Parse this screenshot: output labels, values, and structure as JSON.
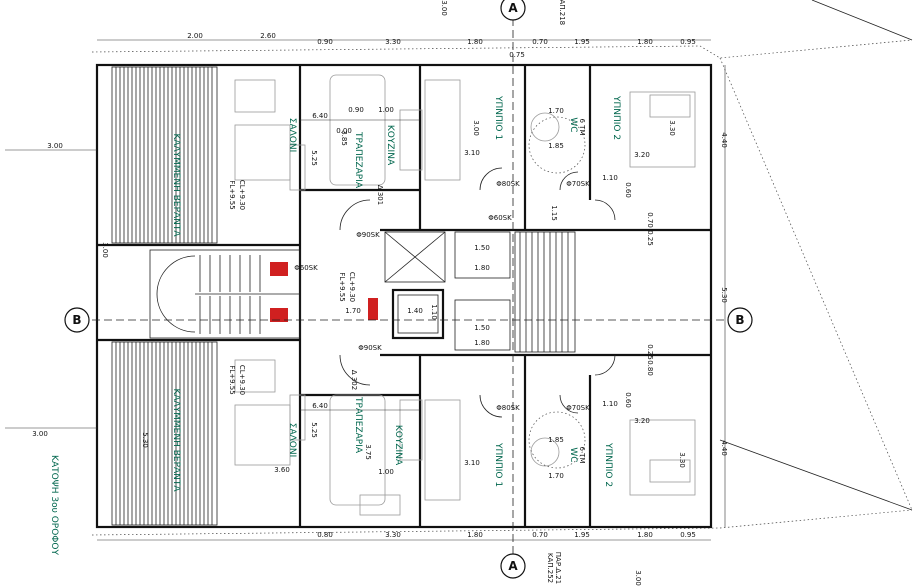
{
  "drawing_title": "ΚΑΤΟΨΗ 3ου ΟΡΟΦΟΥ",
  "grid_marks": {
    "a_top": "A",
    "a_bottom": "A",
    "b_left": "B",
    "b_right": "B"
  },
  "rooms": {
    "upper": {
      "living": "ΣΑΛΟΝΙ",
      "dining": "ΤΡΑΠΕΖΑΡΙΑ",
      "kitchen": "ΚΟΥΖΙΝΑ",
      "bedroom1": "ΥΠΝΠΙΟ 1",
      "bedroom2": "ΥΠΝΠΙΟ 2",
      "wc": "WC",
      "veranda": "ΚΑΛΥΜΜΕΝΗ ΒΕΡΑΝΤΑ",
      "apartment": "Δ 301"
    },
    "lower": {
      "living": "ΣΑΛΟΝΙ",
      "dining": "ΤΡΑΠΕΖΑΡΙΑ",
      "kitchen": "ΚΟΥΖΙΝΑ",
      "bedroom1": "ΥΠΝΠΙΟ 1",
      "bedroom2": "ΥΠΝΠΙΟ 2",
      "wc": "WC",
      "veranda": "ΚΑΛΥΜΜΕΝΗ ΒΕΡΑΝΤΑ",
      "apartment": "Δ 302"
    }
  },
  "levels": {
    "upper_fl": "FL+9.55",
    "upper_cl": "CL+9.30",
    "lower_fl": "FL+9.55",
    "lower_cl": "CL+9.30",
    "stair_fl": "FL+9.55",
    "stair_cl": "CL+9.30"
  },
  "dimensions": {
    "top": [
      "2.00",
      "2.60",
      "0.90",
      "3.30",
      "1.80",
      "0.75",
      "0.70",
      "1.95",
      "1.80",
      "0.95"
    ],
    "bottom": [
      "0.80",
      "3.30",
      "1.80",
      "0.70",
      "1.95",
      "1.80",
      "0.95"
    ],
    "right": [
      "4.40",
      "5.30",
      "4.40",
      "0.70",
      "0.25",
      "0.25",
      "0.80"
    ],
    "left": [
      "3.00",
      "3.00",
      "5.30"
    ],
    "inner": [
      "6.40",
      "6.40",
      "5.25",
      "5.25",
      "3.85",
      "3.75",
      "3.60",
      "3.00",
      "3.10",
      "3.10",
      "3.30",
      "3.30",
      "3.20",
      "3.20",
      "1.70",
      "1.70",
      "1.85",
      "1.85",
      "1.10",
      "1.10",
      "1.15",
      "1.80",
      "1.80",
      "1.40",
      "1.10",
      "1.70",
      "0.90",
      "1.00",
      "1.00",
      "1.50",
      "1.50",
      "0.60",
      "0.60",
      "3.00",
      "0.00"
    ],
    "vertical_misc": [
      "3.00",
      "3.00"
    ]
  },
  "doors": [
    "Φ90SK",
    "Φ80SK",
    "Φ70SK",
    "Φ60SK"
  ],
  "wc_areas": [
    "6 ΤΜ",
    "6 ΤΜ"
  ],
  "margin_notes": [
    "ΚΑΠ.218",
    "ΚΑΠ.252",
    "ΠΑΡ.Δ.21"
  ]
}
